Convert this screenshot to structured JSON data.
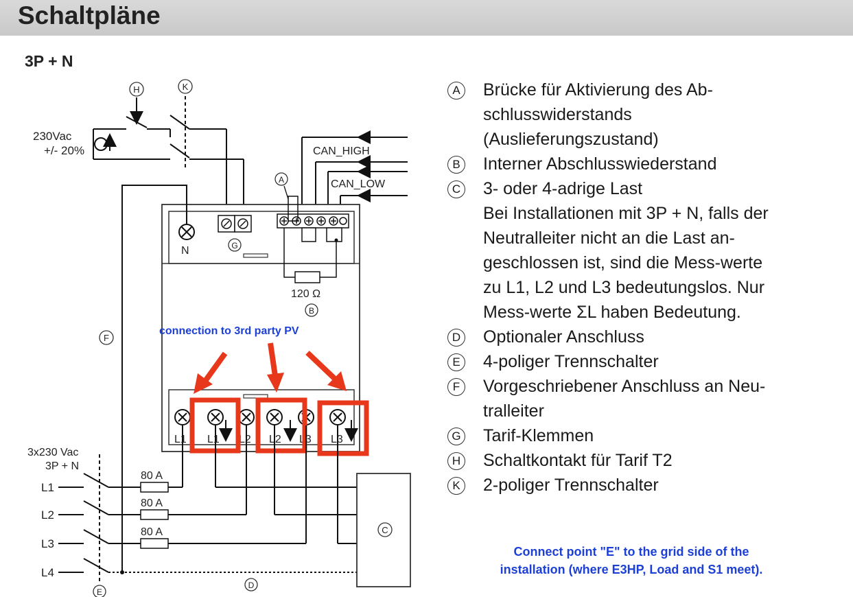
{
  "header": {
    "title": "Schaltpläne"
  },
  "subtitle": "3P + N",
  "diagram": {
    "supply_label_line1": "230Vac",
    "supply_label_line2": "+/- 20%",
    "can_high": "CAN_HIGH",
    "can_low": "CAN_LOW",
    "neutral_terminal": "N",
    "resistor_value": "120 Ω",
    "mains_label_line1": "3x230 Vac",
    "mains_label_line2": "3P + N",
    "phases": [
      "L1",
      "L2",
      "L3",
      "L4"
    ],
    "fuse_rating": "80 A",
    "meter_terminals": [
      "L1",
      "L1",
      "L2",
      "L2",
      "L3",
      "L3"
    ],
    "callouts": [
      "A",
      "B",
      "C",
      "D",
      "E",
      "F",
      "G",
      "H",
      "K"
    ],
    "annotation": "connection to 3rd party PV",
    "colors": {
      "annotation": "#1c3fd6",
      "highlight": "#e8381c"
    }
  },
  "legend": [
    {
      "letter": "A",
      "lines": [
        "Brücke für Aktivierung des Ab-",
        "schlusswiderstands",
        "(Auslieferungszustand)"
      ]
    },
    {
      "letter": "B",
      "lines": [
        "Interner Abschlusswiederstand"
      ]
    },
    {
      "letter": "C",
      "lines": [
        "3- oder 4-adrige Last",
        "Bei Installationen mit 3P + N, falls der",
        "Neutralleiter nicht an die Last an-",
        "geschlossen ist, sind die Mess-werte",
        "zu L1, L2 und L3 bedeutungslos. Nur",
        "Mess-werte ΣL haben Bedeutung."
      ]
    },
    {
      "letter": "D",
      "lines": [
        "Optionaler Anschluss"
      ]
    },
    {
      "letter": "E",
      "lines": [
        "4-poliger Trennschalter"
      ]
    },
    {
      "letter": "F",
      "lines": [
        "Vorgeschriebener Anschluss an Neu-",
        "tralleiter"
      ]
    },
    {
      "letter": "G",
      "lines": [
        "Tarif-Klemmen"
      ]
    },
    {
      "letter": "H",
      "lines": [
        "Schaltkontakt für Tarif T2"
      ]
    },
    {
      "letter": "K",
      "lines": [
        "2-poliger Trennschalter"
      ]
    }
  ],
  "note": {
    "line1": "Connect point \"E\" to the grid side of the",
    "line2": "installation (where E3HP, Load and S1 meet)."
  }
}
